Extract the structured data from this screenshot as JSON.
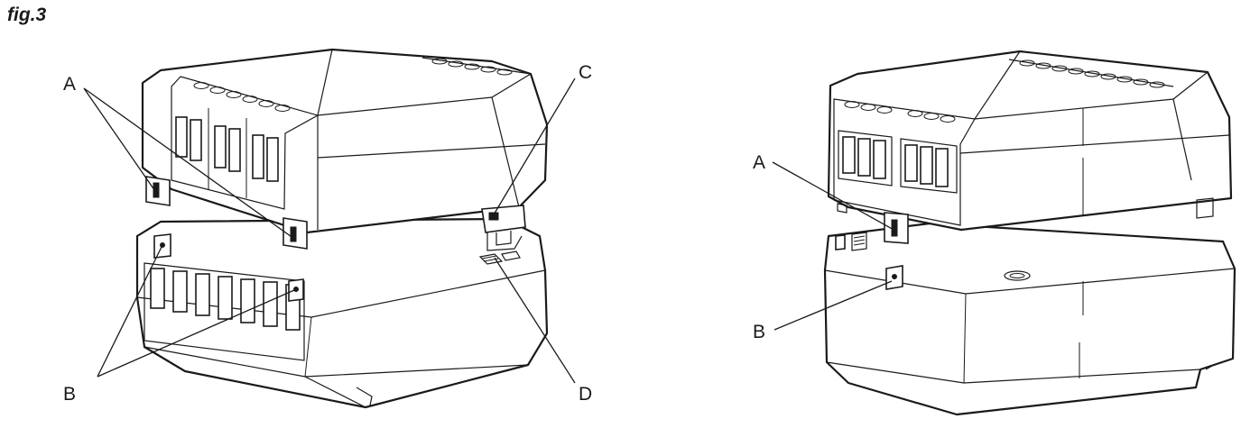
{
  "figure": {
    "title": "fig.3"
  },
  "left_view": {
    "labels": {
      "a": "A",
      "b": "B",
      "c": "C",
      "d": "D"
    }
  },
  "right_view": {
    "labels": {
      "a": "A",
      "b": "B"
    }
  }
}
